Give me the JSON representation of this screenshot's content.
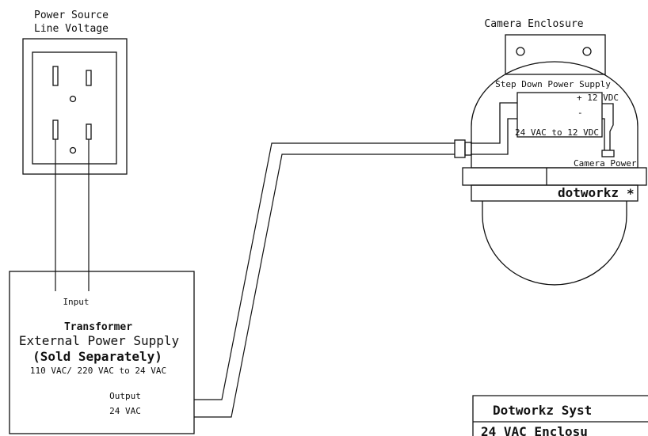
{
  "labels": {
    "power_source_line1": "Power Source",
    "power_source_line2": "Line Voltage",
    "camera_enclosure": "Camera Enclosure",
    "step_down": "Step Down Power Supply",
    "plus_12vdc": "+ 12 VDC",
    "minus_sign": "-",
    "vac_to_vdc": "24 VAC to 12 VDC",
    "camera_power": "Camera Power",
    "brand": "dotworkz",
    "brand_star": "*",
    "input": "Input",
    "transformer": "Transformer",
    "external_supply": "External Power Supply",
    "sold_separately": "(Sold Separately)",
    "voltage_range": "110 VAC/ 220 VAC to 24 VAC",
    "output": "Output",
    "output_voltage": "24 VAC",
    "title_block_line1": "Dotworkz Syst",
    "title_block_line2": "24 VAC Enclosu"
  },
  "colors": {
    "line": "#111111",
    "background": "#ffffff"
  }
}
